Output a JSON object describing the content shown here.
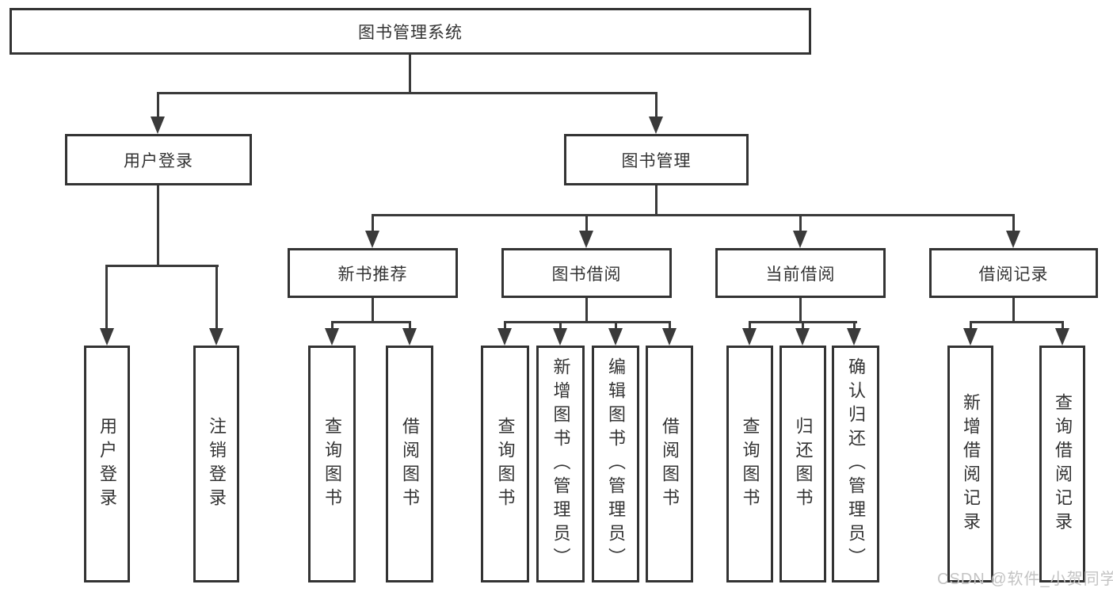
{
  "colors": {
    "background": "#ffffff",
    "border": "#333333",
    "line": "#3a3a3a",
    "text": "#333333",
    "watermark": "#c3c3c3"
  },
  "tree": {
    "root": {
      "label": "图书管理系统"
    },
    "branches": [
      {
        "label": "用户登录",
        "leaves": [
          {
            "label": "用户登录"
          },
          {
            "label": "注销登录"
          }
        ]
      },
      {
        "label": "图书管理",
        "sections": [
          {
            "label": "新书推荐",
            "leaves": [
              {
                "label": "查询图书"
              },
              {
                "label": "借阅图书"
              }
            ]
          },
          {
            "label": "图书借阅",
            "leaves": [
              {
                "label": "查询图书"
              },
              {
                "label": "新增图书（管理员）"
              },
              {
                "label": "编辑图书（管理员）"
              },
              {
                "label": "借阅图书"
              }
            ]
          },
          {
            "label": "当前借阅",
            "leaves": [
              {
                "label": "查询图书"
              },
              {
                "label": "归还图书"
              },
              {
                "label": "确认归还（管理员）"
              }
            ]
          },
          {
            "label": "借阅记录",
            "leaves": [
              {
                "label": "新增借阅记录"
              },
              {
                "label": "查询借阅记录"
              }
            ]
          }
        ]
      }
    ]
  },
  "watermark": {
    "text": "CSDN @软件_小贺同学"
  }
}
